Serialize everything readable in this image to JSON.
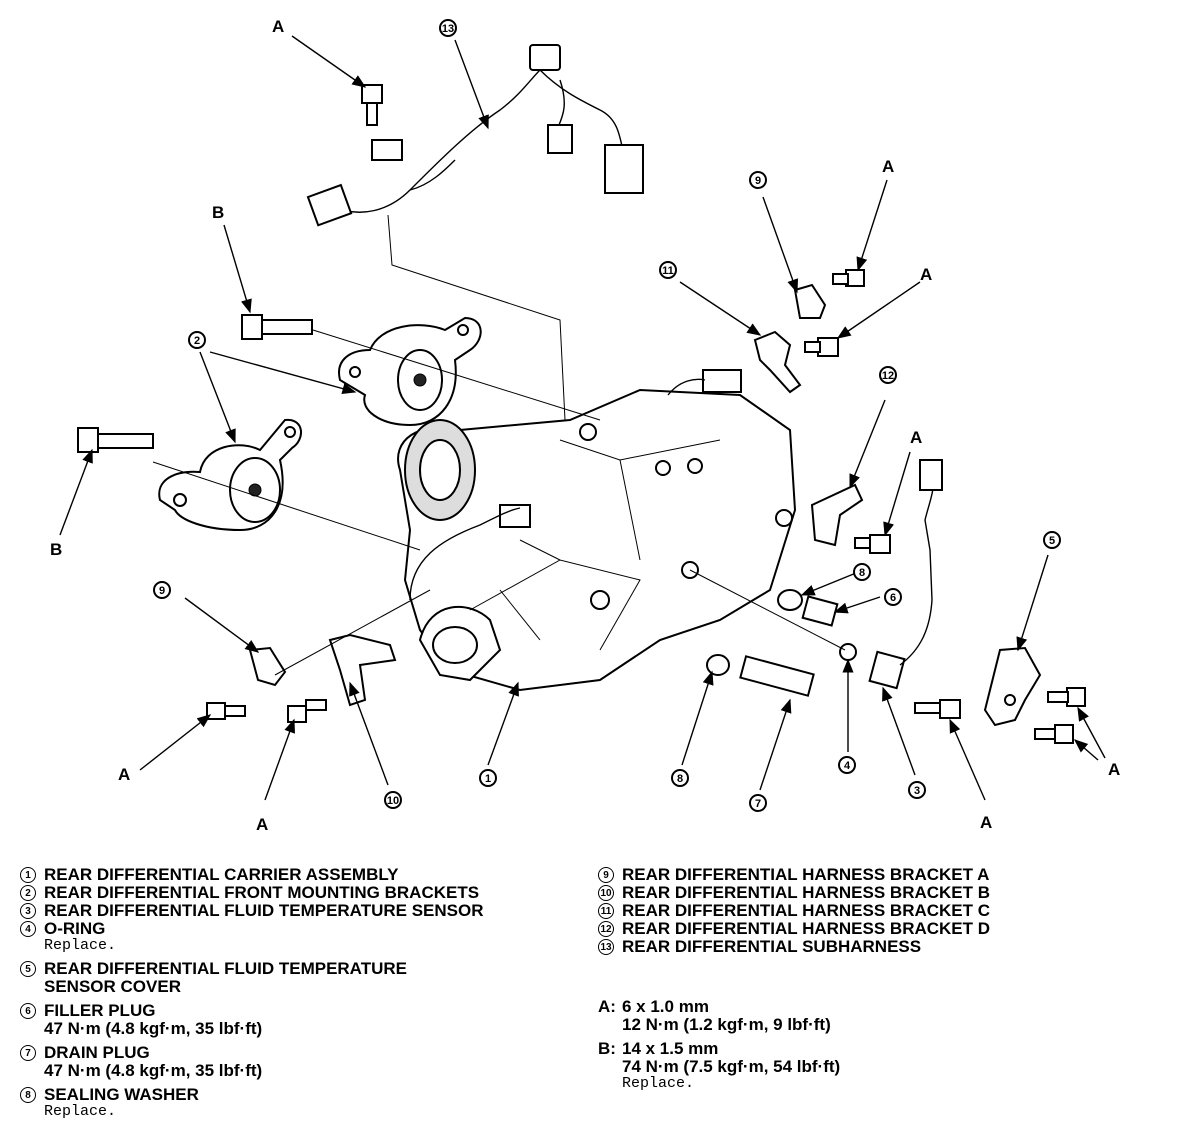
{
  "callouts": {
    "A": "A",
    "B": "B",
    "n1": "1",
    "n2": "2",
    "n3": "3",
    "n4": "4",
    "n5": "5",
    "n6": "6",
    "n7": "7",
    "n8": "8",
    "n9": "9",
    "n10": "10",
    "n11": "11",
    "n12": "12",
    "n13": "13"
  },
  "legend_left": [
    {
      "num": "1",
      "title": "REAR DIFFERENTIAL CARRIER ASSEMBLY",
      "lines": []
    },
    {
      "num": "2",
      "title": "REAR DIFFERENTIAL FRONT MOUNTING BRACKETS",
      "lines": []
    },
    {
      "num": "3",
      "title": "REAR DIFFERENTIAL FLUID TEMPERATURE SENSOR",
      "lines": []
    },
    {
      "num": "4",
      "title": "O-RING",
      "note": "Replace."
    },
    {
      "num": "5",
      "title": "REAR DIFFERENTIAL FLUID TEMPERATURE",
      "title2": "SENSOR COVER"
    },
    {
      "num": "6",
      "title": "FILLER PLUG",
      "spec": "47 N·m (4.8 kgf·m, 35 lbf·ft)"
    },
    {
      "num": "7",
      "title": "DRAIN PLUG",
      "spec": "47 N·m (4.8 kgf·m, 35 lbf·ft)"
    },
    {
      "num": "8",
      "title": "SEALING WASHER",
      "note": "Replace."
    }
  ],
  "legend_right": [
    {
      "num": "9",
      "title": "REAR DIFFERENTIAL HARNESS BRACKET A"
    },
    {
      "num": "10",
      "title": "REAR DIFFERENTIAL HARNESS BRACKET B"
    },
    {
      "num": "11",
      "title": "REAR DIFFERENTIAL HARNESS BRACKET C"
    },
    {
      "num": "12",
      "title": "REAR DIFFERENTIAL HARNESS BRACKET D"
    },
    {
      "num": "13",
      "title": "REAR DIFFERENTIAL SUBHARNESS"
    }
  ],
  "fasteners": [
    {
      "key": "A:",
      "size": "6 x 1.0 mm",
      "torque": "12 N·m (1.2 kgf·m, 9 lbf·ft)"
    },
    {
      "key": "B:",
      "size": "14 x 1.5 mm",
      "torque": "74 N·m (7.5 kgf·m, 54 lbf·ft)",
      "note": "Replace."
    }
  ]
}
